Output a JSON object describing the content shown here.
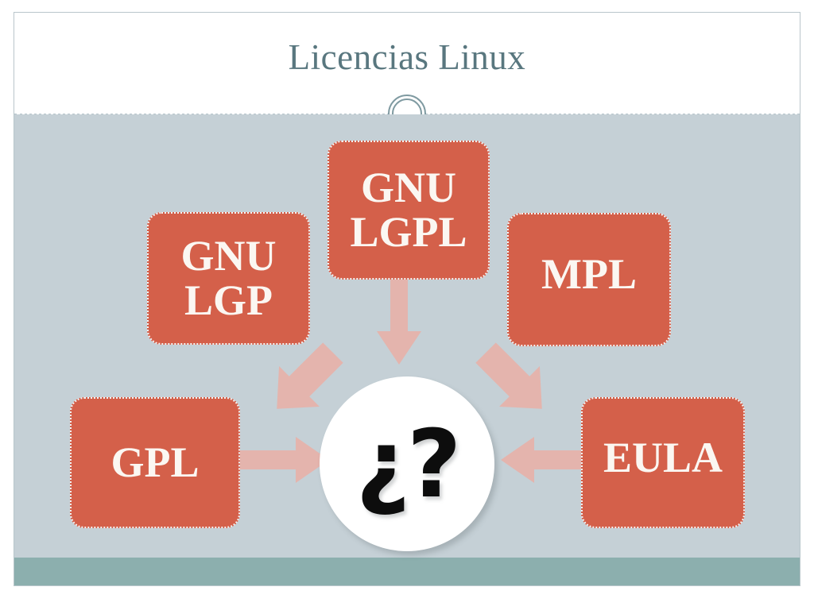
{
  "slide": {
    "title": "Licencias Linux",
    "ornament_icon": "double-ring-circle-icon",
    "colors": {
      "title_text": "#59777f",
      "canvas_background": "#c5d0d6",
      "box_fill": "#d4604a",
      "box_text": "#fbf7f2",
      "arrow_fill": "#e4b4ad",
      "footer_bar": "#8cafae",
      "divider": "#b8c6cc",
      "bubble_fill": "#ffffff",
      "glyph_text": "#0d0d0d"
    }
  },
  "diagram": {
    "center": {
      "label": "¿?",
      "icon": "question-mark-bubble-icon"
    },
    "boxes": [
      {
        "id": "gnu-lgpl",
        "label": "GNU LGPL",
        "line1": "GNU",
        "line2": "LGPL",
        "position": "top-center"
      },
      {
        "id": "gnu-lgp",
        "label": "GNU LGP",
        "line1": "GNU",
        "line2": "LGP",
        "position": "top-left"
      },
      {
        "id": "mpl",
        "label": "MPL",
        "line1": "MPL",
        "line2": "",
        "position": "top-right"
      },
      {
        "id": "gpl",
        "label": "GPL",
        "line1": "GPL",
        "line2": "",
        "position": "left"
      },
      {
        "id": "eula",
        "label": "EULA",
        "line1": "EULA",
        "line2": "",
        "position": "right"
      }
    ],
    "arrows": [
      {
        "id": "gnu-lgpl-to-center",
        "from": "gnu-lgpl",
        "to": "center",
        "direction": "down",
        "icon": "arrow-down-icon"
      },
      {
        "id": "gnu-lgp-to-center",
        "from": "gnu-lgp",
        "to": "center",
        "direction": "down-right",
        "icon": "arrow-down-right-icon"
      },
      {
        "id": "mpl-to-center",
        "from": "mpl",
        "to": "center",
        "direction": "down-left",
        "icon": "arrow-down-left-icon"
      },
      {
        "id": "gpl-to-center",
        "from": "gpl",
        "to": "center",
        "direction": "right",
        "icon": "arrow-right-icon"
      },
      {
        "id": "eula-to-center",
        "from": "eula",
        "to": "center",
        "direction": "left",
        "icon": "arrow-left-icon"
      }
    ]
  }
}
